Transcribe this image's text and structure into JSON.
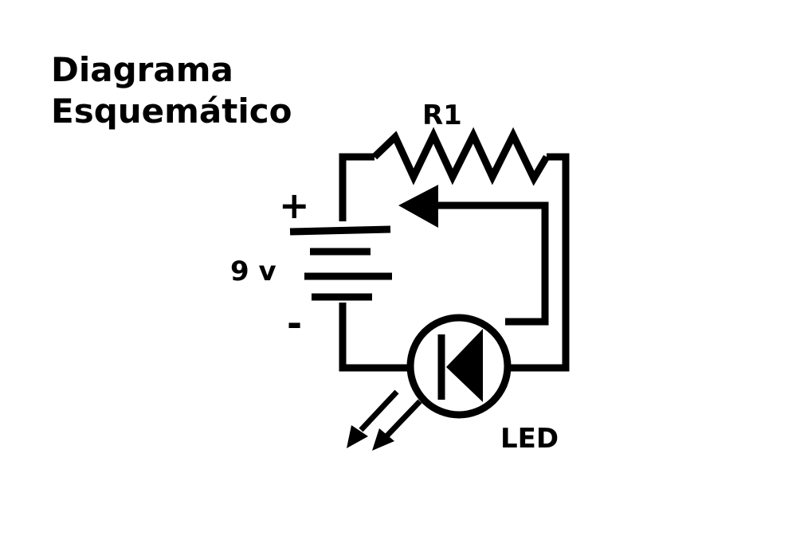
{
  "title": {
    "line1": "Diagrama",
    "line2": "Esquemático"
  },
  "labels": {
    "resistor": "R1",
    "battery_voltage": "9 v",
    "positive": "+",
    "negative": "-",
    "led": "LED"
  },
  "colors": {
    "ink": "#000000",
    "background": "#ffffff"
  }
}
